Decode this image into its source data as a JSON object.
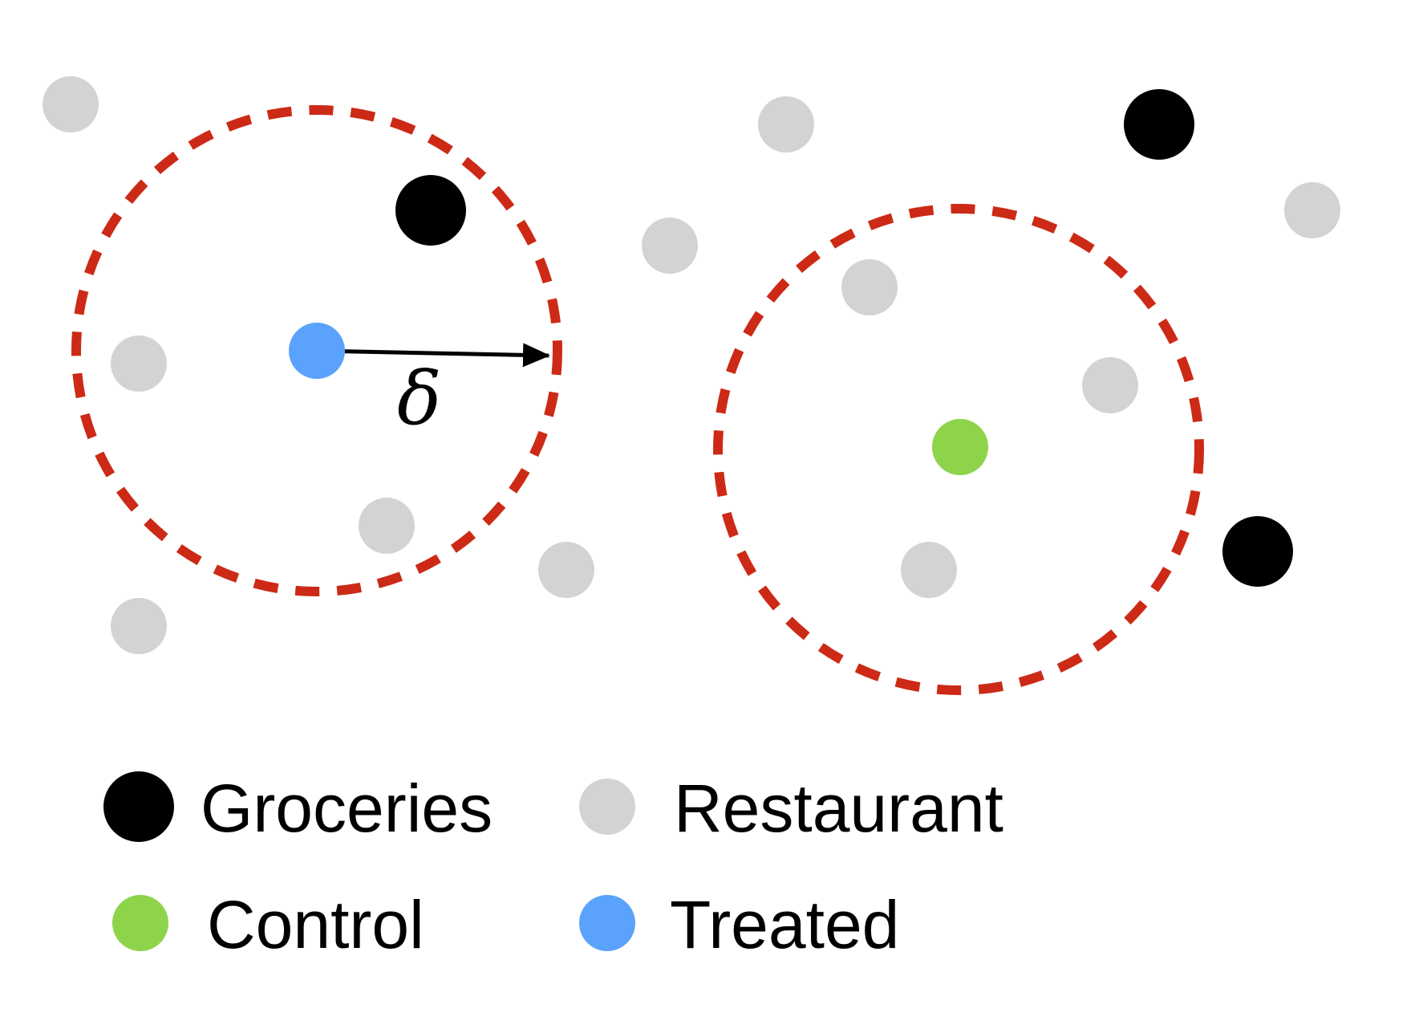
{
  "diagram": {
    "radius_symbol": "δ",
    "colors": {
      "groceries": "#000000",
      "restaurant": "#d3d3d3",
      "control": "#8ed44b",
      "treated": "#5aa2fb",
      "circle": "#cc2a16",
      "arrow": "#000000",
      "background": "#ffffff"
    }
  },
  "legend": {
    "groceries": "Groceries",
    "restaurant": "Restaurant",
    "control": "Control",
    "treated": "Treated"
  }
}
